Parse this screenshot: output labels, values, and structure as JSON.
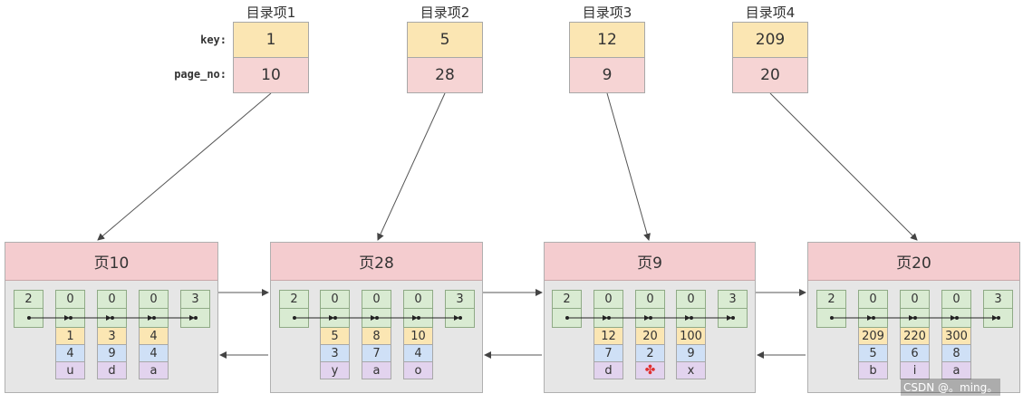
{
  "directory": {
    "row_labels": {
      "key": "key:",
      "page_no": "page_no:"
    },
    "entries": [
      {
        "title": "目录项1",
        "key": "1",
        "page_no": "10"
      },
      {
        "title": "目录项2",
        "key": "5",
        "page_no": "28"
      },
      {
        "title": "目录项3",
        "key": "12",
        "page_no": "9"
      },
      {
        "title": "目录项4",
        "key": "209",
        "page_no": "20"
      }
    ]
  },
  "pages": [
    {
      "title": "页10",
      "infimum": "2",
      "supremum": "3",
      "records": [
        {
          "n": "0",
          "c1": "1",
          "c2": "4",
          "c3": "u"
        },
        {
          "n": "0",
          "c1": "3",
          "c2": "9",
          "c3": "d"
        },
        {
          "n": "0",
          "c1": "4",
          "c2": "4",
          "c3": "a"
        }
      ]
    },
    {
      "title": "页28",
      "infimum": "2",
      "supremum": "3",
      "records": [
        {
          "n": "0",
          "c1": "5",
          "c2": "3",
          "c3": "y"
        },
        {
          "n": "0",
          "c1": "8",
          "c2": "7",
          "c3": "a"
        },
        {
          "n": "0",
          "c1": "10",
          "c2": "4",
          "c3": "o"
        }
      ]
    },
    {
      "title": "页9",
      "infimum": "2",
      "supremum": "3",
      "records": [
        {
          "n": "0",
          "c1": "12",
          "c2": "7",
          "c3": "d"
        },
        {
          "n": "0",
          "c1": "20",
          "c2": "2",
          "c3": "✤"
        },
        {
          "n": "0",
          "c1": "100",
          "c2": "9",
          "c3": "x"
        }
      ]
    },
    {
      "title": "页20",
      "infimum": "2",
      "supremum": "3",
      "records": [
        {
          "n": "0",
          "c1": "209",
          "c2": "5",
          "c3": "b"
        },
        {
          "n": "0",
          "c1": "220",
          "c2": "6",
          "c3": "i"
        },
        {
          "n": "0",
          "c1": "300",
          "c2": "8",
          "c3": "a"
        }
      ]
    }
  ],
  "watermark": "CSDN @。ming。",
  "colors": {
    "key": "#fbe6b3",
    "page_no": "#f6d4d4",
    "page_header": "#f4cccf",
    "record_head": "#d9ebd2",
    "col2": "#cfe0f6",
    "col3": "#e2d3ee"
  }
}
